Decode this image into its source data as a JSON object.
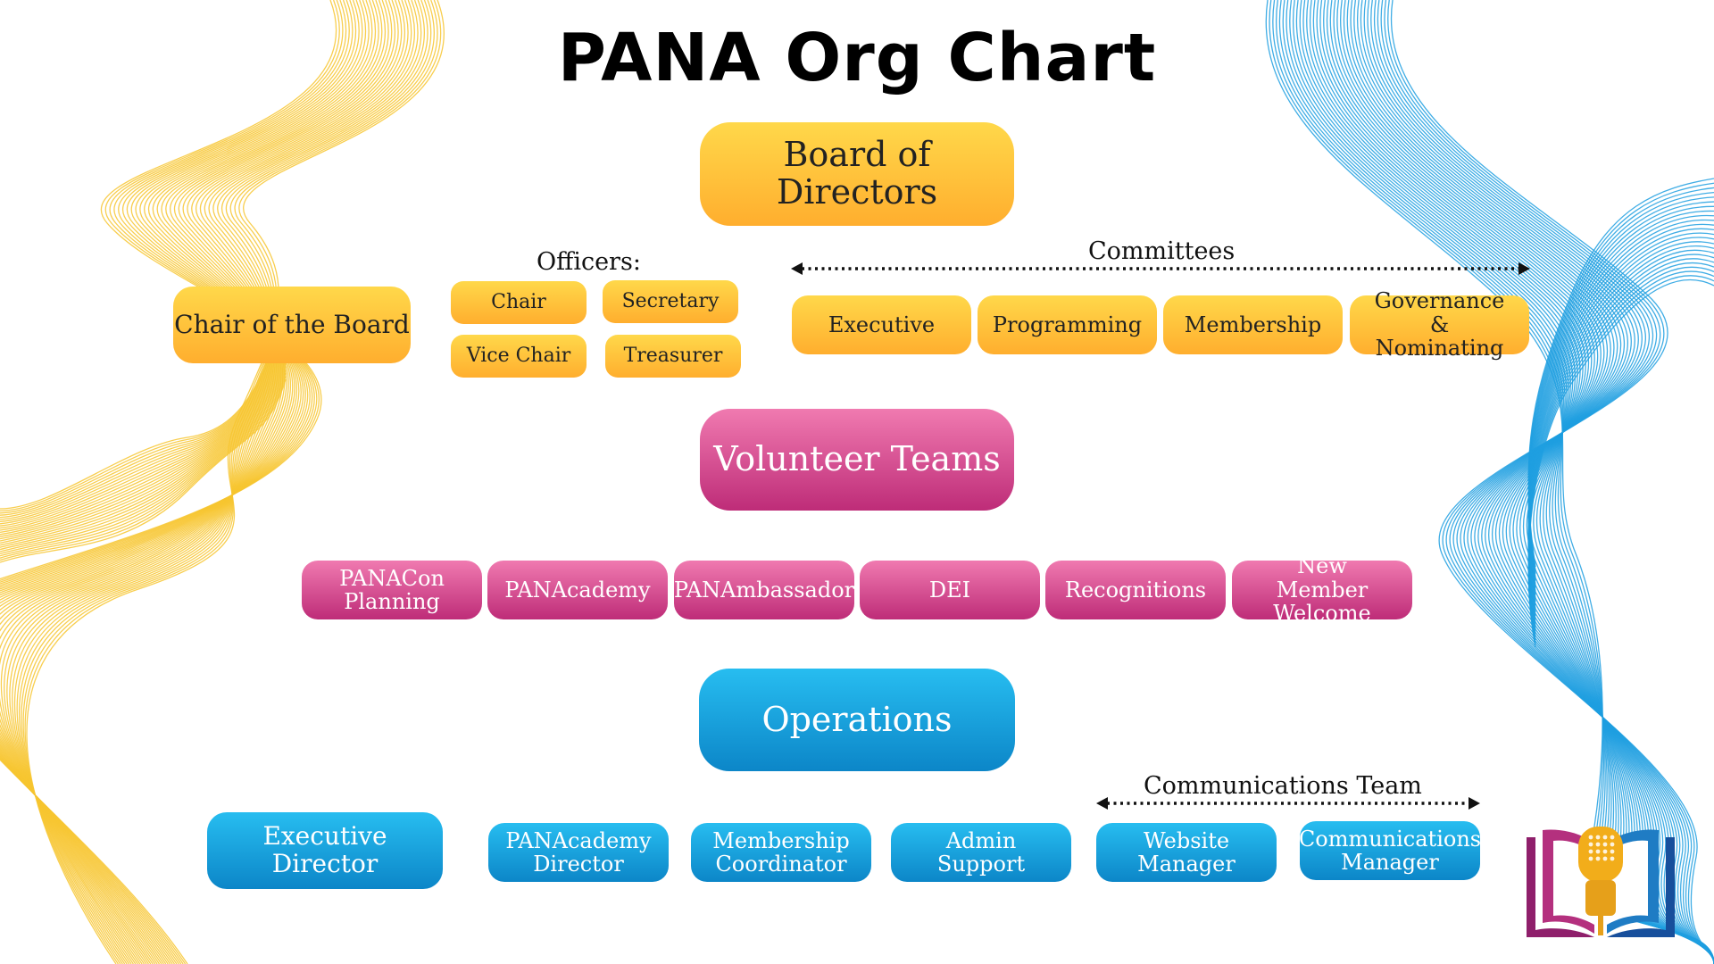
{
  "title": "PANA Org Chart",
  "board": {
    "label": "Board of Directors",
    "chair": "Chair of the Board",
    "officers_label": "Officers:",
    "officers": [
      "Chair",
      "Secretary",
      "Vice Chair",
      "Treasurer"
    ],
    "committees_label": "Committees",
    "committees": [
      "Executive",
      "Programming",
      "Membership",
      "Governance & Nominating"
    ]
  },
  "volunteer": {
    "label": "Volunteer Teams",
    "teams": [
      "PANACon Planning",
      "PANAcademy",
      "PANAmbassador",
      "DEI",
      "Recognitions",
      "New Member Welcome"
    ]
  },
  "operations": {
    "label": "Operations",
    "executive_director": "Executive Director",
    "staff": [
      "PANAcademy Director",
      "Membership Coordinator",
      "Admin Support"
    ],
    "comms_label": "Communications Team",
    "comms": [
      "Website Manager",
      "Communications Manager"
    ]
  },
  "colors": {
    "orange": "#ffae2e",
    "pink": "#be2c78",
    "blue": "#0c86c8",
    "yellow_waves": "#f7c630",
    "blue_waves": "#1e9fe0"
  }
}
